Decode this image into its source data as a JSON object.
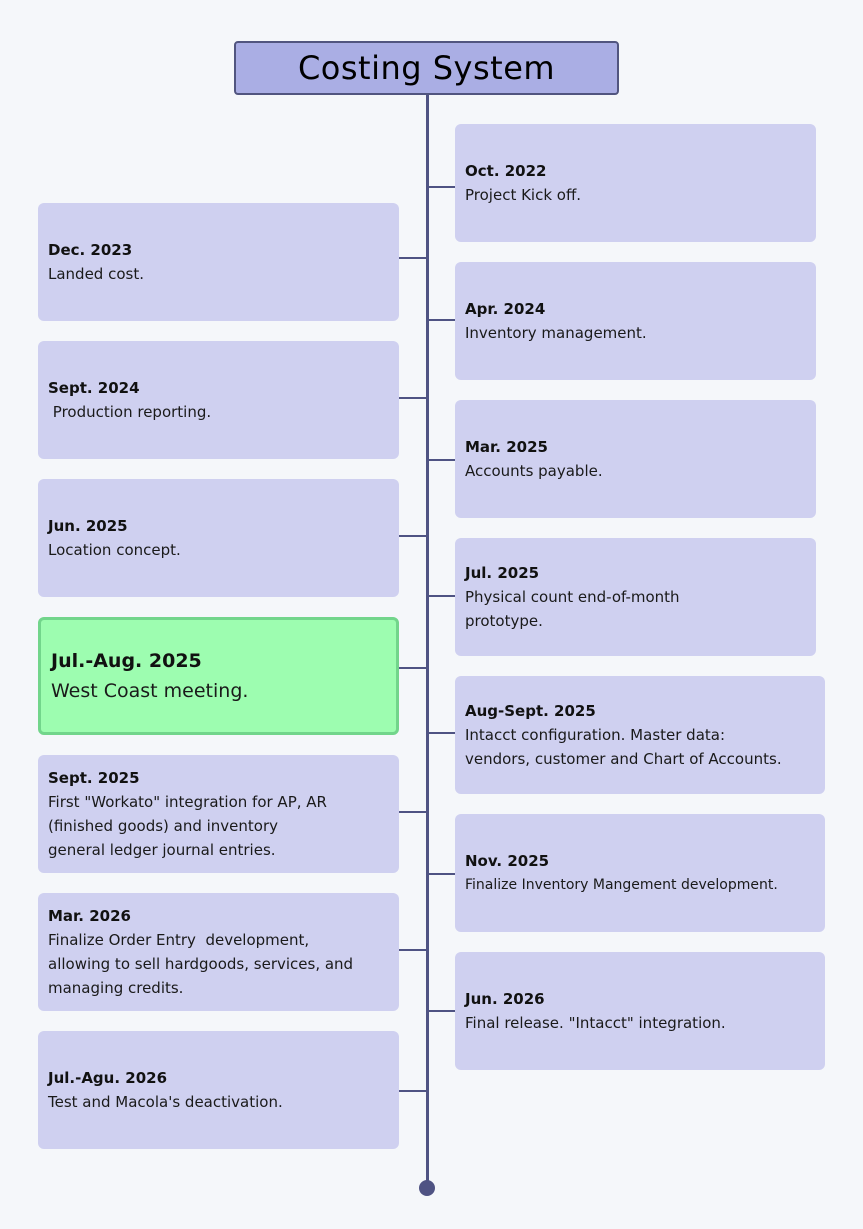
{
  "title": "Costing System",
  "colors": {
    "background": "#f5f7fa",
    "title_fill": "#aaaee4",
    "card_fill": "#cfd0f0",
    "highlight_fill": "#9dfdb0",
    "highlight_border": "#72d58b",
    "axis": "#4f5383"
  },
  "left_events": [
    {
      "date": "Dec. 2023",
      "text": "Landed cost."
    },
    {
      "date": "Sept. 2024",
      "text": " Production reporting."
    },
    {
      "date": "Jun. 2025",
      "text": "Location concept."
    },
    {
      "date": "Jul.-Aug. 2025",
      "text": "West Coast meeting.",
      "highlight": true
    },
    {
      "date": "Sept. 2025",
      "text": "First \"Workato\" integration for AP, AR\n(finished goods) and inventory\ngeneral ledger journal entries."
    },
    {
      "date": "Mar. 2026",
      "text": "Finalize Order Entry  development,\nallowing to sell hardgoods, services, and\nmanaging credits."
    },
    {
      "date": "Jul.-Agu. 2026",
      "text": "Test and Macola's deactivation."
    }
  ],
  "right_events": [
    {
      "date": "Oct. 2022",
      "text": "Project Kick off."
    },
    {
      "date": "Apr. 2024",
      "text": "Inventory management."
    },
    {
      "date": "Mar. 2025",
      "text": "Accounts payable."
    },
    {
      "date": "Jul. 2025",
      "text": "Physical count end-of-month\nprototype."
    },
    {
      "date": "Aug-Sept. 2025",
      "text": "Intacct configuration. Master data:\nvendors, customer and Chart of Accounts."
    },
    {
      "date": "Nov.  2025",
      "text": "Finalize Inventory Mangement development."
    },
    {
      "date": "Jun. 2026",
      "text": "Final release. \"Intacct\" integration."
    }
  ]
}
